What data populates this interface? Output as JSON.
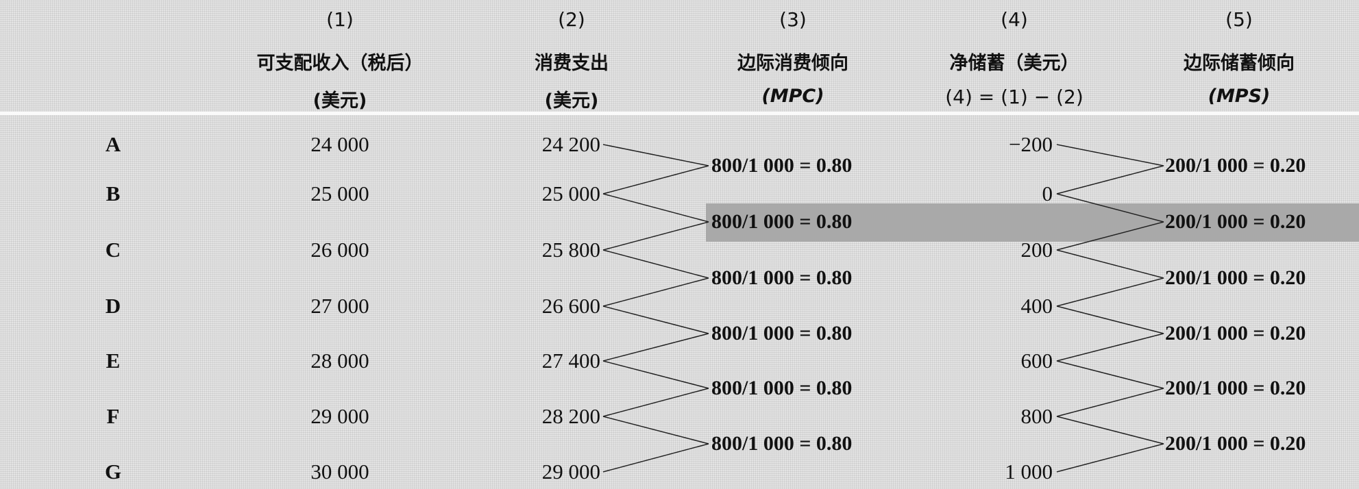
{
  "headers": [
    {
      "number": "(1)",
      "line1": "可支配收入（税后）",
      "line2": "(美元)"
    },
    {
      "number": "(2)",
      "line1": "消费支出",
      "line2": "(美元)"
    },
    {
      "number": "(3)",
      "line1": "边际消费倾向",
      "line2": "(MPC)"
    },
    {
      "number": "(4)",
      "line1": "净储蓄（美元）",
      "line2": "(4) = (1) − (2)"
    },
    {
      "number": "(5)",
      "line1": "边际储蓄倾向",
      "line2": "(MPS)"
    }
  ],
  "rows": [
    {
      "label": "A",
      "income": "24 000",
      "consumption": "24 200",
      "saving": "−200"
    },
    {
      "label": "B",
      "income": "25 000",
      "consumption": "25 000",
      "saving": "0"
    },
    {
      "label": "C",
      "income": "26 000",
      "consumption": "25 800",
      "saving": "200"
    },
    {
      "label": "D",
      "income": "27 000",
      "consumption": "26 600",
      "saving": "400"
    },
    {
      "label": "E",
      "income": "28 000",
      "consumption": "27 400",
      "saving": "600"
    },
    {
      "label": "F",
      "income": "29 000",
      "consumption": "28 200",
      "saving": "800"
    },
    {
      "label": "G",
      "income": "30 000",
      "consumption": "29 000",
      "saving": "1 000"
    }
  ],
  "mpc": [
    "800/1 000 = 0.80",
    "800/1 000 = 0.80",
    "800/1 000 = 0.80",
    "800/1 000 = 0.80",
    "800/1 000 = 0.80",
    "800/1 000 = 0.80"
  ],
  "mps": [
    "200/1 000 = 0.20",
    "200/1 000 = 0.20",
    "200/1 000 = 0.20",
    "200/1 000 = 0.20",
    "200/1 000 = 0.20",
    "200/1 000 = 0.20"
  ],
  "highlight_interval": 1
}
